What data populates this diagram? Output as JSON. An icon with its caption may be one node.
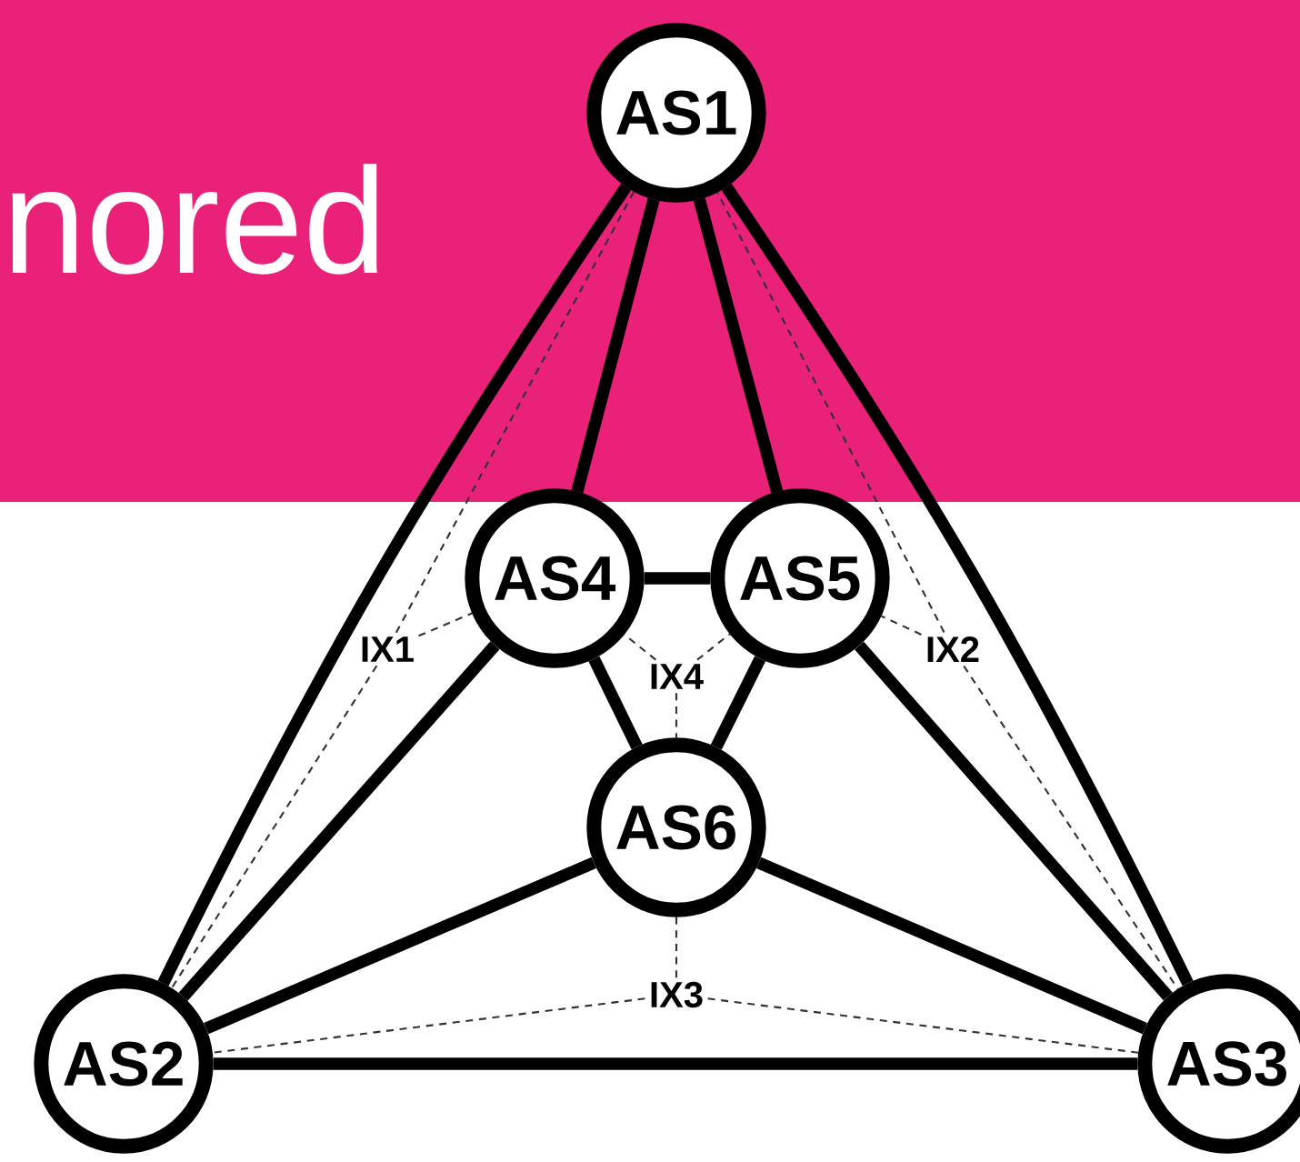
{
  "diagram": {
    "nodes": [
      {
        "text": [
          "AS1"
        ]
      },
      {
        "text": [
          "AS4"
        ]
      },
      {
        "text": [
          "AS5"
        ]
      },
      {
        "text": [
          "IX1"
        ]
      },
      {
        "text": [
          "IX2"
        ]
      },
      {
        "text": [
          "IX4"
        ]
      },
      {
        "text": [
          "AS6"
        ]
      },
      {
        "text": [
          "IX3"
        ]
      },
      {
        "text": [
          "AS2"
        ]
      },
      {
        "text": [
          "AS3"
        ]
      }
    ],
    "edges": [
      {
        "from": 0,
        "to": 8,
        "arrow": "none",
        "style": "thick"
      },
      {
        "from": 0,
        "to": 9,
        "arrow": "none",
        "style": "thick"
      },
      {
        "from": 0,
        "to": 1,
        "arrow": "none",
        "style": "thick"
      },
      {
        "from": 0,
        "to": 2,
        "arrow": "none",
        "style": "thick"
      },
      {
        "from": 1,
        "to": 2,
        "arrow": "none",
        "style": "thick"
      },
      {
        "from": 1,
        "to": 6,
        "arrow": "none",
        "style": "thick"
      },
      {
        "from": 2,
        "to": 6,
        "arrow": "none",
        "style": "thick"
      },
      {
        "from": 8,
        "to": 1,
        "arrow": "none",
        "style": "thick"
      },
      {
        "from": 8,
        "to": 6,
        "arrow": "none",
        "style": "thick"
      },
      {
        "from": 8,
        "to": 9,
        "arrow": "none",
        "style": "thick"
      },
      {
        "from": 9,
        "to": 2,
        "arrow": "none",
        "style": "thick"
      },
      {
        "from": 9,
        "to": 6,
        "arrow": "none",
        "style": "thick"
      },
      {
        "from": 3,
        "to": 0,
        "arrow": "none",
        "style": "dashed"
      },
      {
        "from": 3,
        "to": 1,
        "arrow": "none",
        "style": "dashed"
      },
      {
        "from": 3,
        "to": 8,
        "arrow": "none",
        "style": "dashed"
      },
      {
        "from": 4,
        "to": 0,
        "arrow": "none",
        "style": "dashed"
      },
      {
        "from": 4,
        "to": 2,
        "arrow": "none",
        "style": "dashed"
      },
      {
        "from": 4,
        "to": 9,
        "arrow": "none",
        "style": "dashed"
      },
      {
        "from": 7,
        "to": 8,
        "arrow": "none",
        "style": "dashed"
      },
      {
        "from": 7,
        "to": 9,
        "arrow": "none",
        "style": "dashed"
      },
      {
        "from": 7,
        "to": 6,
        "arrow": "none",
        "style": "dashed"
      },
      {
        "from": 5,
        "to": 1,
        "arrow": "none",
        "style": "dashed"
      },
      {
        "from": 5,
        "to": 2,
        "arrow": "none",
        "style": "dashed"
      },
      {
        "from": 5,
        "to": 6,
        "arrow": "none",
        "style": "dashed"
      }
    ],
    "labels": [
      "nored"
    ]
  }
}
